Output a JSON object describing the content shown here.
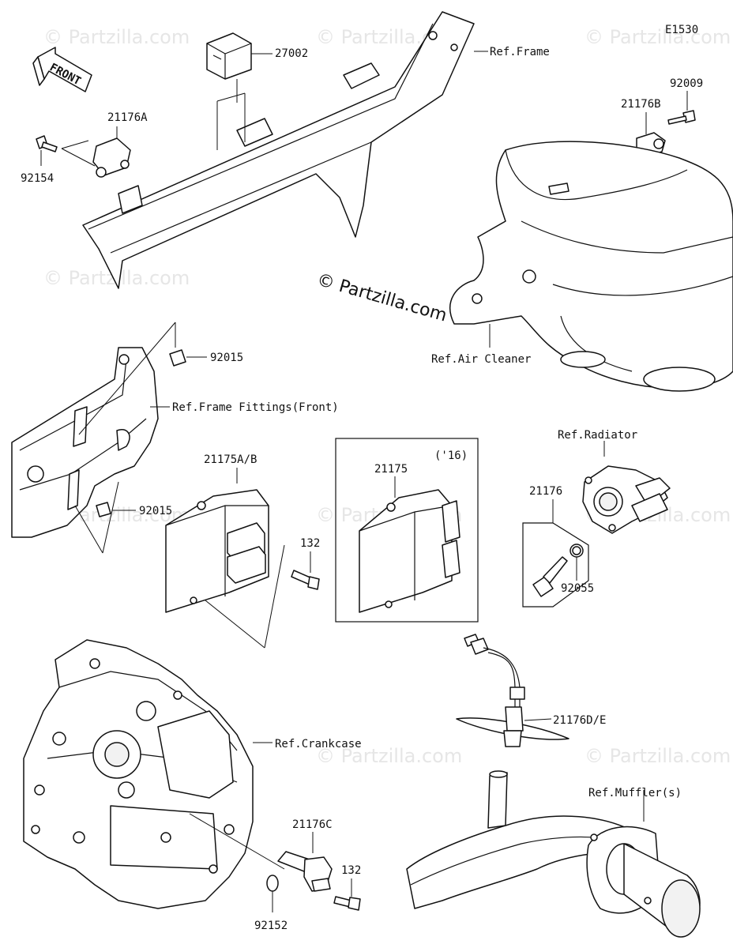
{
  "diagram_code": "E1530",
  "copyright_stamp": "© Partzilla.com",
  "watermark": "© Partzilla.com",
  "front_arrow_label": "FRONT",
  "labels": {
    "p27002": "27002",
    "ref_frame": "Ref.Frame",
    "p92009": "92009",
    "p21176B": "21176B",
    "p21176A": "21176A",
    "p92154": "92154",
    "ref_air_cleaner": "Ref.Air Cleaner",
    "p92015_top": "92015",
    "ref_frame_fittings": "Ref.Frame Fittings(Front)",
    "p21175AB": "21175A/B",
    "p92015_bottom": "92015",
    "p132_top": "132",
    "year_note": "('16)",
    "p21175": "21175",
    "ref_radiator": "Ref.Radiator",
    "p21176": "21176",
    "p92055": "92055",
    "ref_crankcase": "Ref.Crankcase",
    "p21176DE": "21176D/E",
    "ref_mufflers": "Ref.Muffler(s)",
    "p21176C": "21176C",
    "p132_bottom": "132",
    "p92152": "92152"
  }
}
